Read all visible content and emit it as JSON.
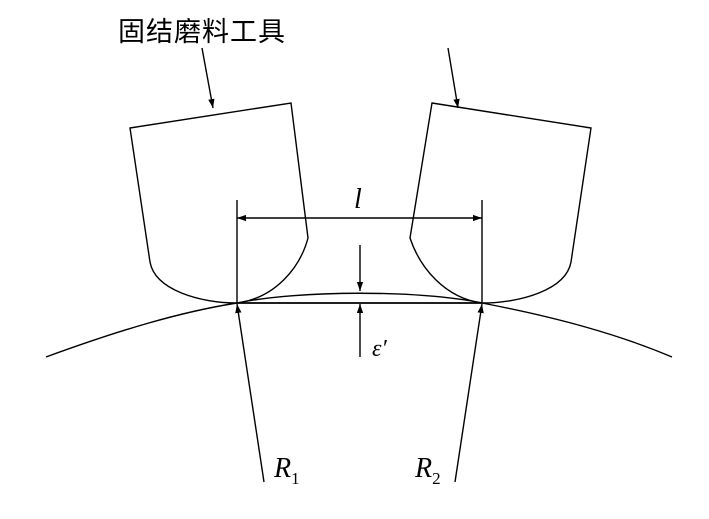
{
  "diagram": {
    "title": "固结磨料工具",
    "labels": {
      "length": "l",
      "gap": "ε′",
      "r1_main": "R",
      "r1_sub": "1",
      "r2_main": "R",
      "r2_sub": "2"
    }
  }
}
